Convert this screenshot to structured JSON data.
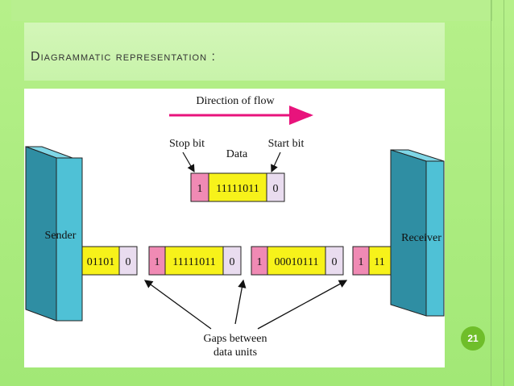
{
  "slide": {
    "title": "Diagrammatic representation :",
    "page_number": "21"
  },
  "diagram": {
    "direction_label": "Direction of flow",
    "stop_bit_label": "Stop bit",
    "data_label": "Data",
    "start_bit_label": "Start bit",
    "sender_label": "Sender",
    "receiver_label": "Receiver",
    "gaps_label_line1": "Gaps between",
    "gaps_label_line2": "data units",
    "top_frame": {
      "stop": "1",
      "data": "11111011",
      "start": "0"
    },
    "stream": [
      {
        "data": "01101",
        "start": "0"
      },
      {
        "stop": "1",
        "data": "11111011",
        "start": "0"
      },
      {
        "stop": "1",
        "data": "00010111",
        "start": "0"
      },
      {
        "stop": "1",
        "data": "11"
      }
    ],
    "colors": {
      "stop_bit": "#f08ab4",
      "data": "#f7f21a",
      "start_bit": "#e9dcef",
      "device_face": "#4fc1d6",
      "device_side": "#2f8ea3",
      "arrow": "#e8137c",
      "page_badge": "#6fbe2a"
    }
  }
}
